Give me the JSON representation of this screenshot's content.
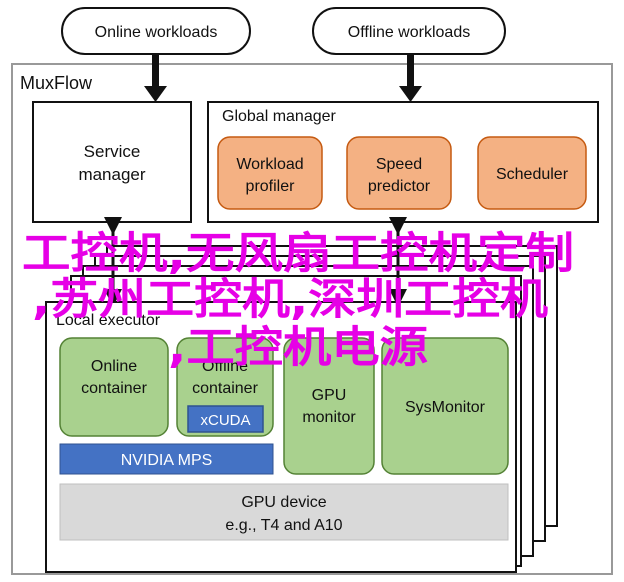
{
  "top": {
    "online_workloads": "Online workloads",
    "offline_workloads": "Offline workloads"
  },
  "system": {
    "title": "MuxFlow",
    "service_manager": [
      "Service",
      "manager"
    ],
    "global_manager": {
      "title": "Global manager",
      "workload_profiler": [
        "Workload",
        "profiler"
      ],
      "speed_predictor": [
        "Speed",
        "predictor"
      ],
      "scheduler": "Scheduler"
    },
    "local_executor": {
      "title": "Local executor",
      "online_container": [
        "Online",
        "container"
      ],
      "offline_container": [
        "Offline",
        "container"
      ],
      "xcuda": "xCUDA",
      "nvidia_mps": "NVIDIA MPS",
      "gpu_monitor": [
        "GPU",
        "monitor"
      ],
      "sysmonitor": "SysMonitor",
      "gpu_device": [
        "GPU device",
        "e.g., T4 and A10"
      ]
    }
  },
  "watermark": [
    "工控机,无风扇工控机定制",
    ",苏州工控机,深圳工控机",
    ",工控机电源"
  ],
  "colors": {
    "salmon_fill": "#f4b183",
    "salmon_stroke": "#c55a11",
    "green_fill": "#a9d18e",
    "green_stroke": "#548235",
    "blue_fill": "#4472c4",
    "gray_fill": "#d9d9d9",
    "watermark": "#e600e6"
  }
}
